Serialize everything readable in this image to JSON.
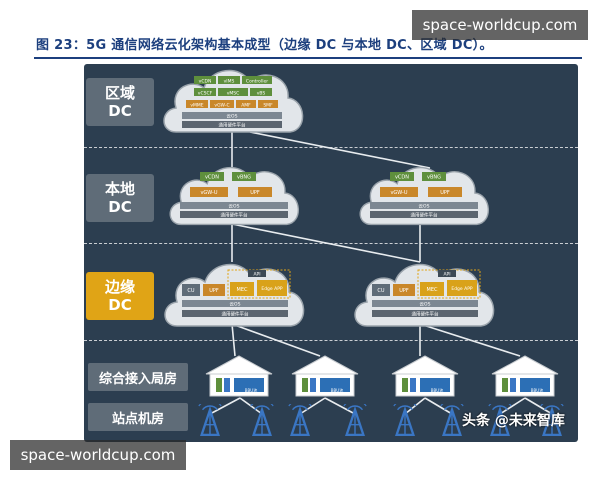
{
  "caption": "图 23：5G 通信网络云化架构基本成型（边缘 DC 与本地 DC、区域 DC）。",
  "watermarks": {
    "top": "space-worldcup.com",
    "bottom": "space-worldcup.com"
  },
  "credit": "头条 @未来智库",
  "tiers": {
    "regional": {
      "line1": "区域",
      "line2": "DC"
    },
    "local": {
      "line1": "本地",
      "line2": "DC"
    },
    "edge": {
      "line1": "边缘",
      "line2": "DC"
    }
  },
  "row_labels": {
    "access": "综合接入局房",
    "site": "站点机房"
  },
  "regional_cloud": {
    "row1": [
      "vCDN",
      "vIMS",
      "Controller"
    ],
    "row2": [
      "vCSCF",
      "vMSC",
      "vBS"
    ],
    "row3": [
      "vMME",
      "vGW-C",
      "AMF",
      "SMF"
    ],
    "os": "云OS",
    "hw": "通用硬件平台"
  },
  "local_cloud": {
    "top": [
      "vCDN",
      "vBNG"
    ],
    "mid": [
      "vGW-U",
      "UPF"
    ],
    "os": "云OS",
    "hw": "通用硬件平台"
  },
  "edge_cloud": {
    "api": "API",
    "boxes": [
      "CU",
      "UPF",
      "MEC",
      "Edge APP"
    ],
    "os": "云OS",
    "hw": "通用硬件平台"
  },
  "building_tag": "BBU池",
  "colors": {
    "panel": "#2c3e50",
    "tier_grey": "#5f6c78",
    "tier_gold": "#e0a416",
    "green": "#5e8f3c",
    "orange": "#c9872a",
    "gold_box": "#d9a21a",
    "tower": "#3a76c4"
  }
}
